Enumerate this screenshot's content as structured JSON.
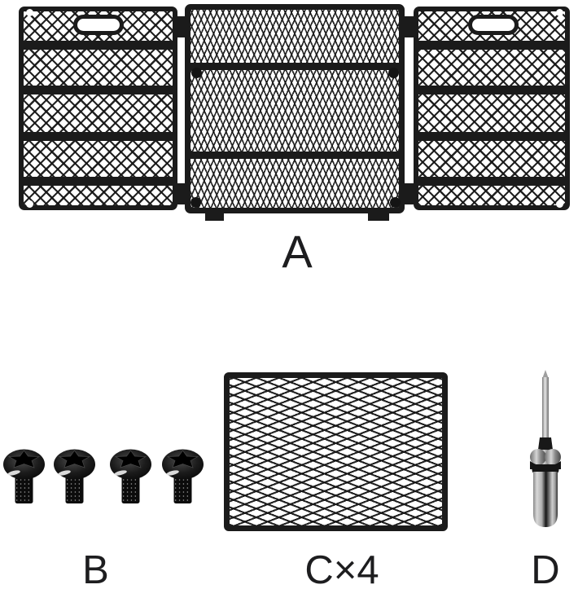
{
  "figure": {
    "parts": [
      {
        "id": "A",
        "label": "A",
        "icon": "folding-mesh-screen-assembly"
      },
      {
        "id": "B",
        "label": "B",
        "icon": "dome-head-screw",
        "visible_count": 4
      },
      {
        "id": "C",
        "label": "C×4",
        "icon": "mesh-panel"
      },
      {
        "id": "D",
        "label": "D",
        "icon": "screwdriver"
      }
    ]
  },
  "colors": {
    "ink": "#1b1b1b",
    "background": "#ffffff"
  }
}
